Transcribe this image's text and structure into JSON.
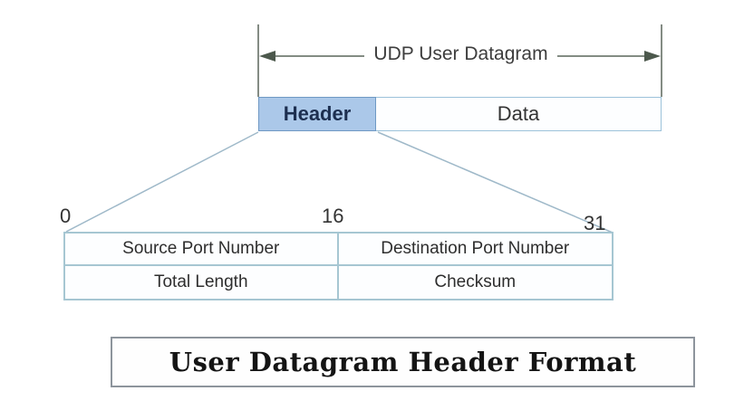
{
  "colors": {
    "page-bg": "#ffffff",
    "arrow-line": "#5a665a",
    "label-text": "#3d3d3d",
    "header-fill": "#abc8e9",
    "header-border": "#6f99c4",
    "header-text": "#1d2f50",
    "data-fill": "#fdfeff",
    "box-border": "#9cc2da",
    "expansion-line": "#9fb9c9",
    "table-border": "#a6c6d2",
    "caption-border": "#8d949c"
  },
  "top": {
    "arrow_label": "UDP User Datagram",
    "header_label": "Header",
    "data_label": "Data"
  },
  "bits": [
    "0",
    "16",
    "31"
  ],
  "table": {
    "rows": [
      [
        "Source Port Number",
        "Destination Port Number"
      ],
      [
        "Total Length",
        "Checksum"
      ]
    ]
  },
  "caption": {
    "title": "User Datagram Header Format"
  }
}
